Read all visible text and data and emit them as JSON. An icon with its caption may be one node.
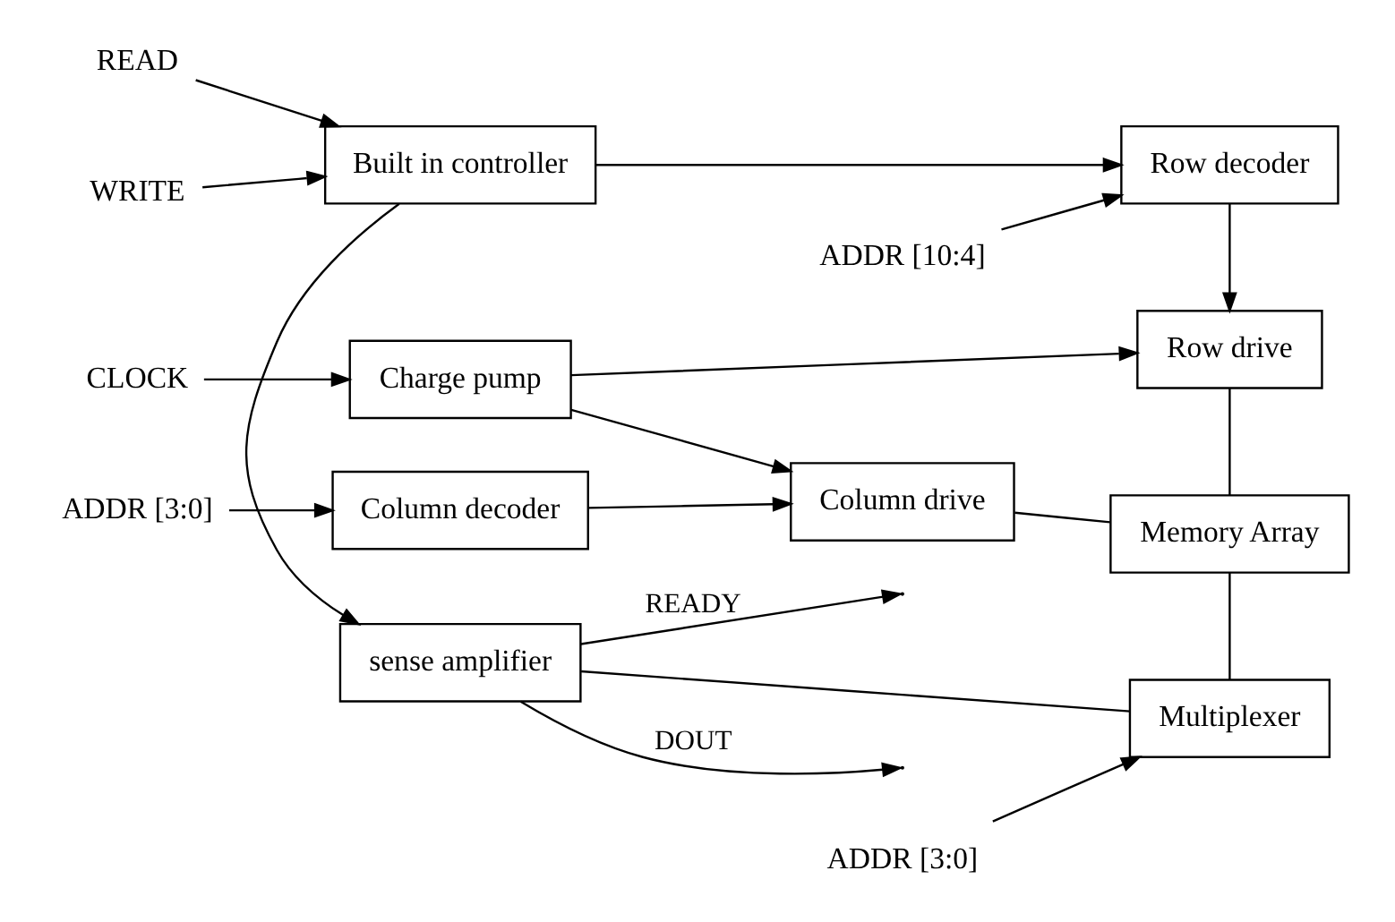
{
  "diagram": {
    "nodes": [
      {
        "text": [
          "READ"
        ]
      },
      {
        "text": [
          "WRITE"
        ]
      },
      {
        "text": [
          "CLOCK"
        ]
      },
      {
        "text": [
          "ADDR [3:0]"
        ]
      },
      {
        "text": [
          "Built in controller"
        ]
      },
      {
        "text": [
          "Row decoder"
        ]
      },
      {
        "text": [
          "ADDR [10:4]"
        ]
      },
      {
        "text": [
          "Charge pump"
        ]
      },
      {
        "text": [
          "Row drive"
        ]
      },
      {
        "text": [
          "Column decoder"
        ]
      },
      {
        "text": [
          "Column drive"
        ]
      },
      {
        "text": [
          "Memory Array"
        ]
      },
      {
        "text": [
          "sense amplifier"
        ]
      },
      {
        "text": [
          "Multiplexer"
        ]
      },
      {
        "text": [
          "ADDR [3:0]"
        ]
      }
    ],
    "edges": [
      {
        "from": 0,
        "to": 4,
        "arrow": "to"
      },
      {
        "from": 1,
        "to": 4,
        "arrow": "to"
      },
      {
        "from": 4,
        "to": 12,
        "arrow": "to"
      },
      {
        "from": 4,
        "to": 5,
        "arrow": "to"
      },
      {
        "from": 6,
        "to": 5,
        "arrow": "to"
      },
      {
        "from": 5,
        "to": 8,
        "arrow": "to"
      },
      {
        "from": 2,
        "to": 7,
        "arrow": "to"
      },
      {
        "from": 7,
        "to": 8,
        "arrow": "to"
      },
      {
        "from": 7,
        "to": 10,
        "arrow": "to"
      },
      {
        "from": 3,
        "to": 9,
        "arrow": "to"
      },
      {
        "from": 9,
        "to": 10,
        "arrow": "to"
      },
      {
        "from": 10,
        "to": 11,
        "arrow": "none"
      },
      {
        "from": 8,
        "to": 11,
        "arrow": "none"
      },
      {
        "from": 11,
        "to": 13,
        "arrow": "none"
      },
      {
        "from": 12,
        "to": 13,
        "arrow": "none"
      },
      {
        "from": 14,
        "to": 13,
        "arrow": "to"
      },
      {
        "from": 12,
        "to": null,
        "arrow": "to",
        "label": "DOUT"
      },
      {
        "from": 12,
        "to": null,
        "arrow": "to",
        "label": "READY"
      }
    ]
  }
}
